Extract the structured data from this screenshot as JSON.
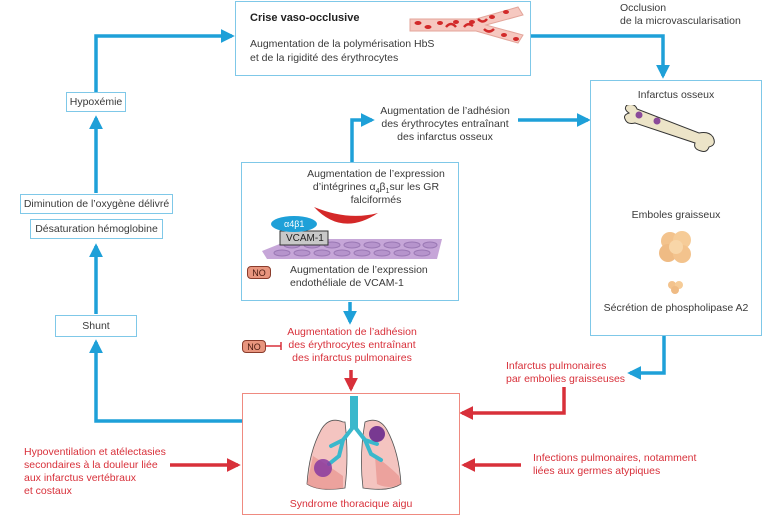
{
  "colors": {
    "blue_arrow": "#1ea0d8",
    "blue_box": "#7fc8e8",
    "red_arrow": "#d8303a",
    "red_box": "#ef8a80",
    "red_text": "#d8303a",
    "no_fill": "#e8957e"
  },
  "crisis_box": {
    "title": "Crise vaso-occlusive",
    "line1": "Augmentation  de la polymérisation HbS",
    "line2": "et de la rigidité des érythrocytes",
    "image": "blood-vessel-sickle-cells"
  },
  "occlusion_label": {
    "line1": "Occlusion",
    "line2": "de la microvascularisation"
  },
  "bone_box": {
    "title": "Infarctus osseux",
    "image1": "bone",
    "emboli_label": "Emboles graisseux",
    "image2": "fat-emboli",
    "secretion_label": "Sécrétion de phospholipase A2"
  },
  "adhesion_bone": {
    "line1": "Augmentation  de l’adhésion",
    "line2": "des érythrocytes entraînant",
    "line3": "des infarctus osseux"
  },
  "integrin_box": {
    "line1": "Augmentation de l’expression",
    "line2_a": "d’intégrines α",
    "line2_sub1": "4",
    "line2_b": "β",
    "line2_sub2": "1",
    "line2_c": "sur les GR",
    "line3": "falciformés",
    "receptor_label": "α4β1",
    "vcam_label": "VCAM-1",
    "no_label": "NO",
    "endo_line1": "Augmentation de l’expression",
    "endo_line2": "endothéliale de VCAM-1"
  },
  "adhesion_lung": {
    "no_label": "NO",
    "line1": "Augmentation  de l’adhésion",
    "line2": "des érythrocytes entraînant",
    "line3": "des infarctus pulmonaires"
  },
  "pulm_infarct": {
    "line1": "Infarctus pulmonaires",
    "line2": "par embolies graisseuses"
  },
  "left_chain": {
    "hypoxemia": "Hypoxémie",
    "oxygen": "Diminution de l’oxygène délivré",
    "desaturation": "Désaturation hémoglobine",
    "shunt": "Shunt"
  },
  "acs_box": {
    "label": "Syndrome thoracique aigu",
    "image": "lungs"
  },
  "hypoventilation": {
    "line1": "Hypoventilation et atélectasies",
    "line2": "secondaires à la douleur liée",
    "line3": "aux infarctus vertébraux",
    "line4": "et costaux"
  },
  "infections": {
    "line1": "Infections  pulmonaires,  notamment",
    "line2": "liées aux germes atypiques"
  }
}
